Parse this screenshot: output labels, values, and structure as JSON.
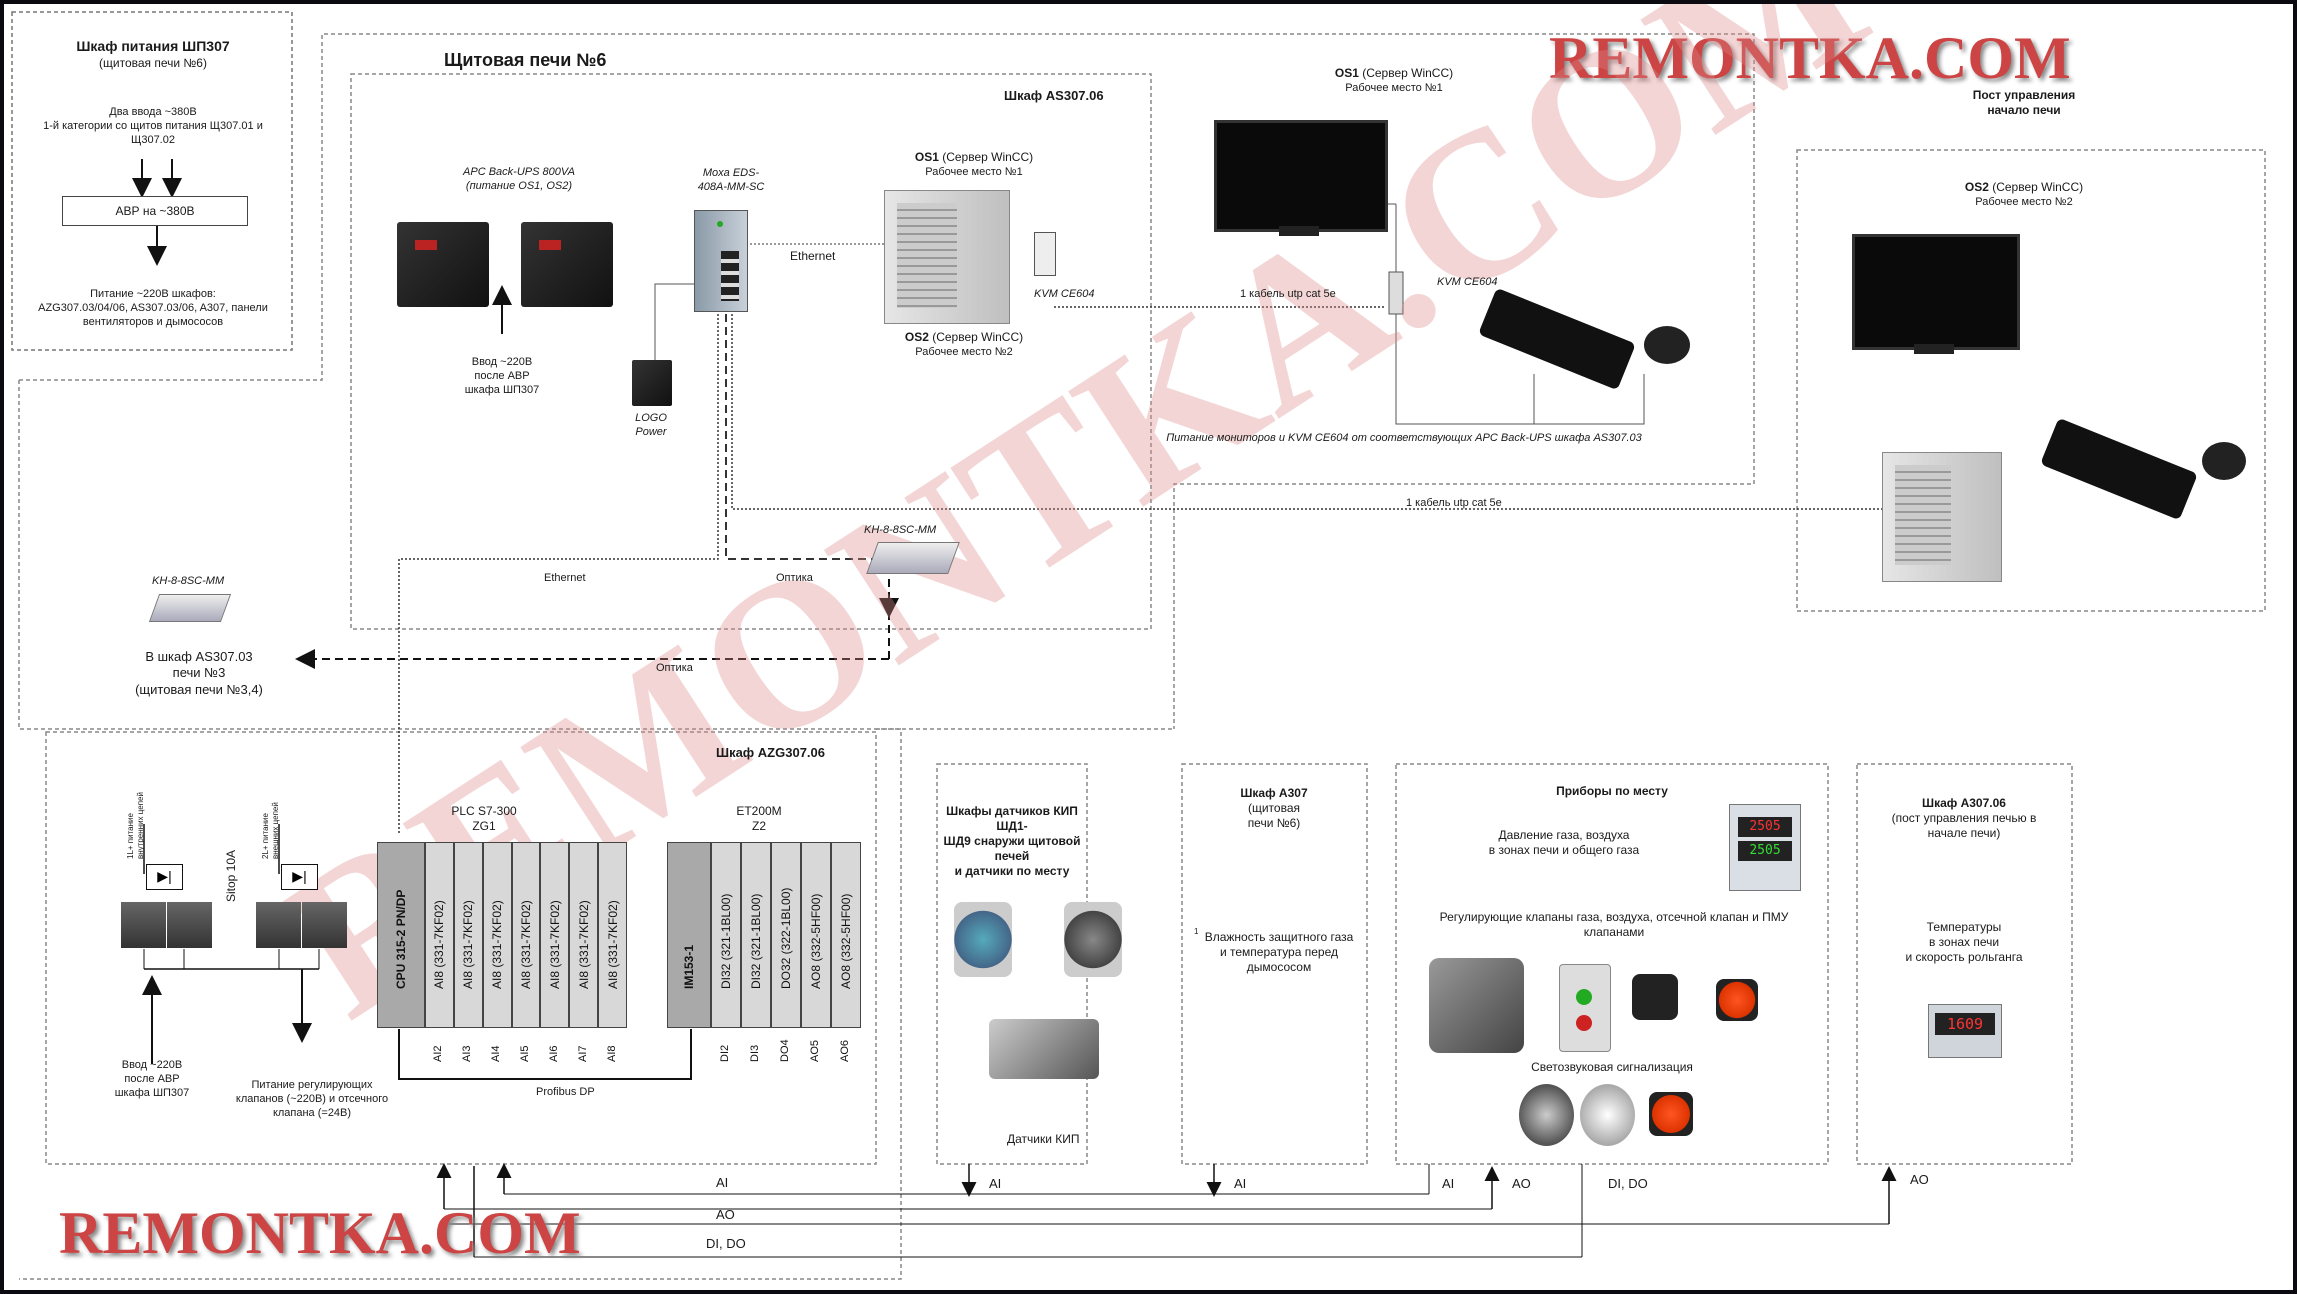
{
  "watermark": "REMONTKA.COM",
  "watermark_diag": "REMONTKA.COM",
  "shp307": {
    "title": "Шкаф питания ШП307",
    "subtitle": "(щитовая печи №6)",
    "inputs": "Два ввода ~380В\n1-й категории со щитов питания Щ307.01 и Щ307.02",
    "avr": "АВР на ~380В",
    "output": "Питание ~220В шкафов:\nAZG307.03/04/06, AS307.03/06, A307, панели\nвентиляторов и дымососов"
  },
  "panel6": {
    "title": "Щитовая печи №6"
  },
  "as307": {
    "title": "Шкаф AS307.06",
    "ups_label": "APC Back-UPS 800VA\n(питание OS1, OS2)",
    "ups_input": "Ввод ~220В\nпосле АВР\nшкафа ШП307",
    "moxa": "Moxa EDS-\n408A-MM-SC",
    "logo": "LOGO\nPower",
    "os1": "OS1 (Сервер WinCC)",
    "os1_sub": "Рабочее место №1",
    "os2": "OS2 (Сервер WinCC)",
    "os2_sub": "Рабочее место №2",
    "ethernet1": "Ethernet",
    "kvm": "KVM CE604",
    "kh_label": "KH-8-8SC-MM",
    "ethernet2": "Ethernet",
    "optika1": "Оптика"
  },
  "workstation1": {
    "title": "OS1 (Сервер WinCC)",
    "sub": "Рабочее место №1",
    "cable": "1 кабель utp cat 5e",
    "kvm": "KVM CE604",
    "power_note": "Питание мониторов и KVM CE604 от соответствующих APC Back-UPS шкафа AS307.03"
  },
  "post": {
    "title": "Пост управления\nначало печи",
    "os2": "OS2 (Сервер WinCC)",
    "os2_sub": "Рабочее место №2",
    "cable": "1 кабель utp cat 5e"
  },
  "kh_left": {
    "label": "KH-8-8SC-MM",
    "dest": "В шкаф AS307.03\nпечи №3\n(щитовая печи №3,4)",
    "optika": "Оптика"
  },
  "azg": {
    "title": "Шкаф AZG307.06",
    "plc": "PLC S7-300\nZG1",
    "et200": "ET200M\nZ2",
    "sitop": "Sitop 10A",
    "l1": "1L+  питание\nвнутренних цепей",
    "l2": "2L+  питание\nвнешних цепей",
    "input": "Ввод ~220В\nпосле АВР\nшкафа ШП307",
    "output": "Питание регулирующих\nклапанов (~220В) и отсечного\nклапана (=24В)",
    "profibus": "Profibus DP",
    "plc_modules": [
      "CPU 315-2 PN/DP",
      "AI8 (331-7KF02)",
      "AI8 (331-7KF02)",
      "AI8 (331-7KF02)",
      "AI8 (331-7KF02)",
      "AI8 (331-7KF02)",
      "AI8 (331-7KF02)",
      "AI8 (331-7KF02)"
    ],
    "plc_addr": [
      "AI2",
      "AI3",
      "AI4",
      "AI5",
      "AI6",
      "AI7",
      "AI8"
    ],
    "et_modules": [
      "IM153-1",
      "DI32 (321-1BL00)",
      "DI32 (321-1BL00)",
      "DO32 (322-1BL00)",
      "AO8 (332-5HF00)",
      "AO8 (332-5HF00)"
    ],
    "et_addr": [
      "DI2",
      "DI3",
      "DO4",
      "AO5",
      "AO6"
    ]
  },
  "kip": {
    "title": "Шкафы датчиков КИП ШД1-\nШД9 снаружи щитовой печей\nи датчики по месту",
    "sensors": "Датчики КИП"
  },
  "a307": {
    "title": "Шкаф А307",
    "sub": "(щитовая\nпечи №6)",
    "note_sup": "1",
    "note": "Влажность защитного газа\nи температура перед\nдымососом"
  },
  "field": {
    "title": "Приборы по месту",
    "pressure": "Давление газа, воздуха\nв зонах печи и общего газа",
    "valves": "Регулирующие клапаны газа, воздуха, отсечной клапан и ПМУ\nклапанами",
    "alarm": "Светозвуковая сигнализация",
    "display1": "2505",
    "display2": "2505"
  },
  "a30706": {
    "title": "Шкаф А307.06",
    "sub": "(пост управления печью в\nначале печи)",
    "temps": "Температуры\nв зонах печи\nи скорость рольганга",
    "display": "1609"
  },
  "signals": {
    "ai": "AI",
    "ao": "AO",
    "dido": "DI, DO",
    "ai_kip": "AI",
    "ai_a307": "AI",
    "ai_field": "AI",
    "ao_field": "AO",
    "dido_field": "DI, DO",
    "ao_a30706": "AO"
  }
}
